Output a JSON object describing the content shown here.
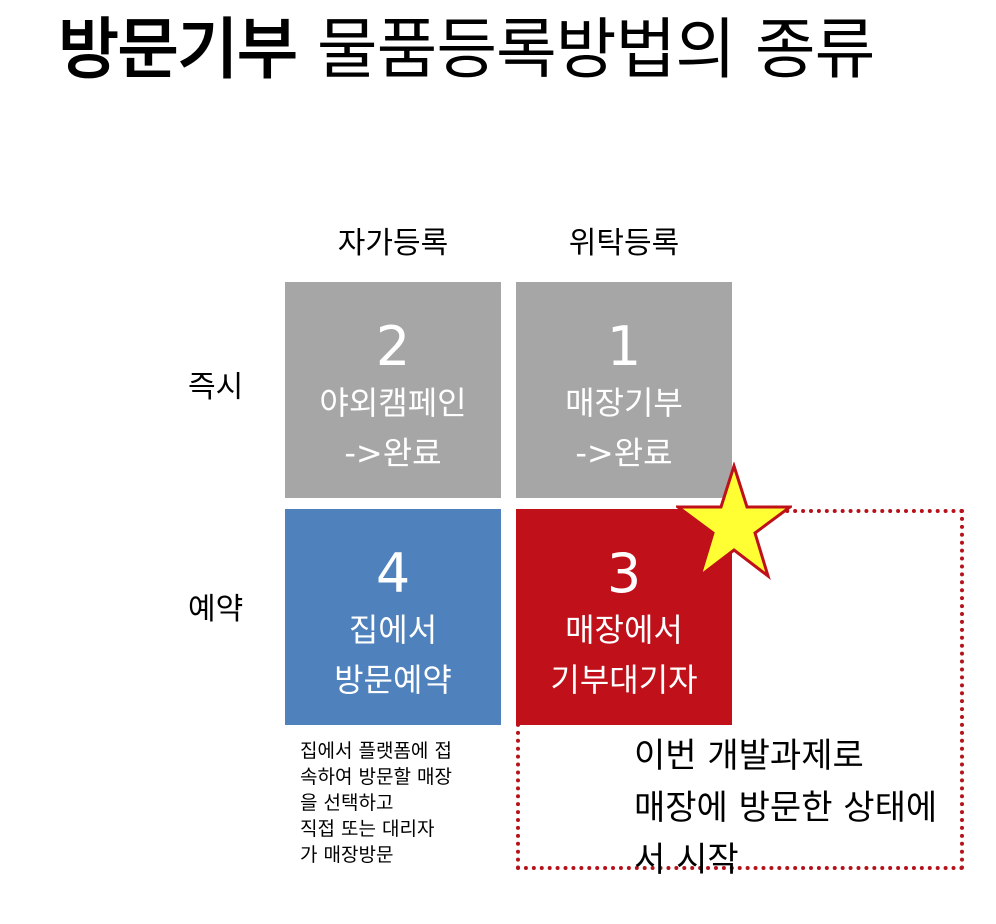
{
  "title": {
    "bold": "방문기부",
    "normal": "물품등록방법의 종류"
  },
  "columns": [
    "자가등록",
    "위탁등록"
  ],
  "rows": [
    "즉시",
    "예약"
  ],
  "cells": [
    {
      "number": "2",
      "line1": "야외캠페인",
      "line2": "->완료",
      "color": "#a6a6a6"
    },
    {
      "number": "1",
      "line1": "매장기부",
      "line2": "->완료",
      "color": "#a6a6a6"
    },
    {
      "number": "4",
      "line1": "집에서",
      "line2": "방문예약",
      "color": "#4f81bd"
    },
    {
      "number": "3",
      "line1": "매장에서",
      "line2": "기부대기자",
      "color": "#c0101a"
    }
  ],
  "note_lines": [
    "집에서 플랫폼에 접",
    "속하여 방문할 매장",
    "을 선택하고",
    "직접 또는 대리자",
    "가 매장방문"
  ],
  "dev_note_lines": [
    "이번 개발과제로",
    "매장에 방문한 상태에",
    "서 시작"
  ],
  "highlight": {
    "border_color": "#b5121b",
    "star_fill": "#ffff33",
    "star_stroke": "#c0101a",
    "icon": "star-icon"
  }
}
